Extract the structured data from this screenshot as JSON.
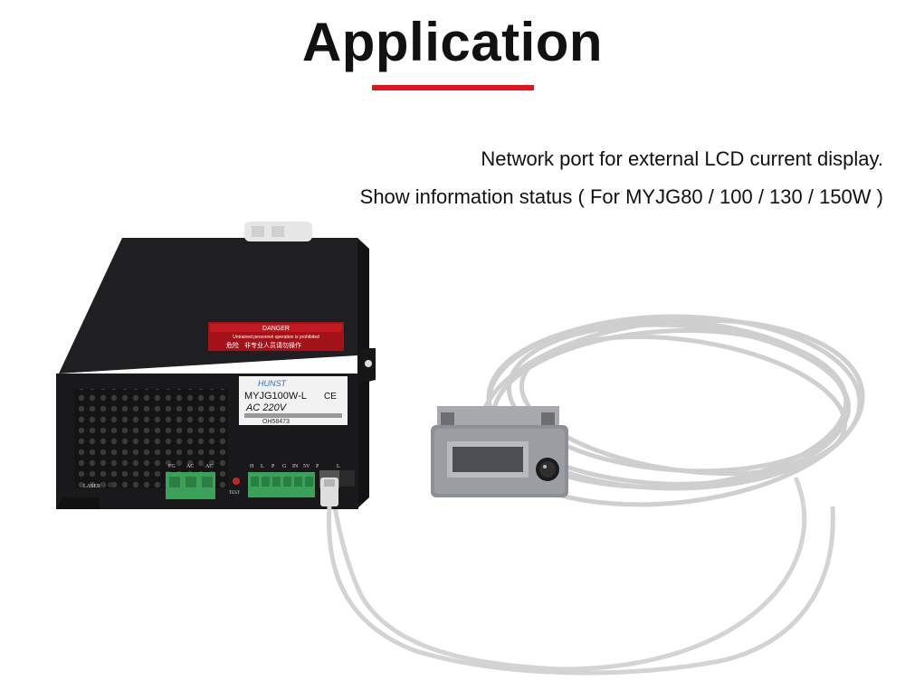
{
  "header": {
    "title": "Application"
  },
  "description": {
    "line1": "Network port for external LCD current display.",
    "line2": "Show information status ( For MYJG80 / 100 / 130 / 150W )"
  },
  "power_supply": {
    "danger_label": "DANGER",
    "danger_warning": "Untrained personnel operation is prohibited",
    "danger_label_cn": "危险",
    "danger_warning_cn": "非专业人员请勿操作",
    "brand": "HUNST",
    "model": "MYJG100W-L",
    "voltage": "AC 220V",
    "ce_mark": "CE",
    "serial": "OH58473",
    "laser_label": "LASER",
    "test_label": "TEST",
    "terminal_labels_left": [
      "FG",
      "AC",
      "AC"
    ],
    "terminal_labels_right": [
      "H",
      "L",
      "P",
      "G",
      "IN",
      "5V",
      "P",
      "L"
    ]
  },
  "colors": {
    "accent_red": "#e3141b",
    "housing": "#1c1c1e",
    "terminal_green": "#3aa05a",
    "cable_gray": "#cfcfcf",
    "display_gray": "#8a8d92"
  }
}
